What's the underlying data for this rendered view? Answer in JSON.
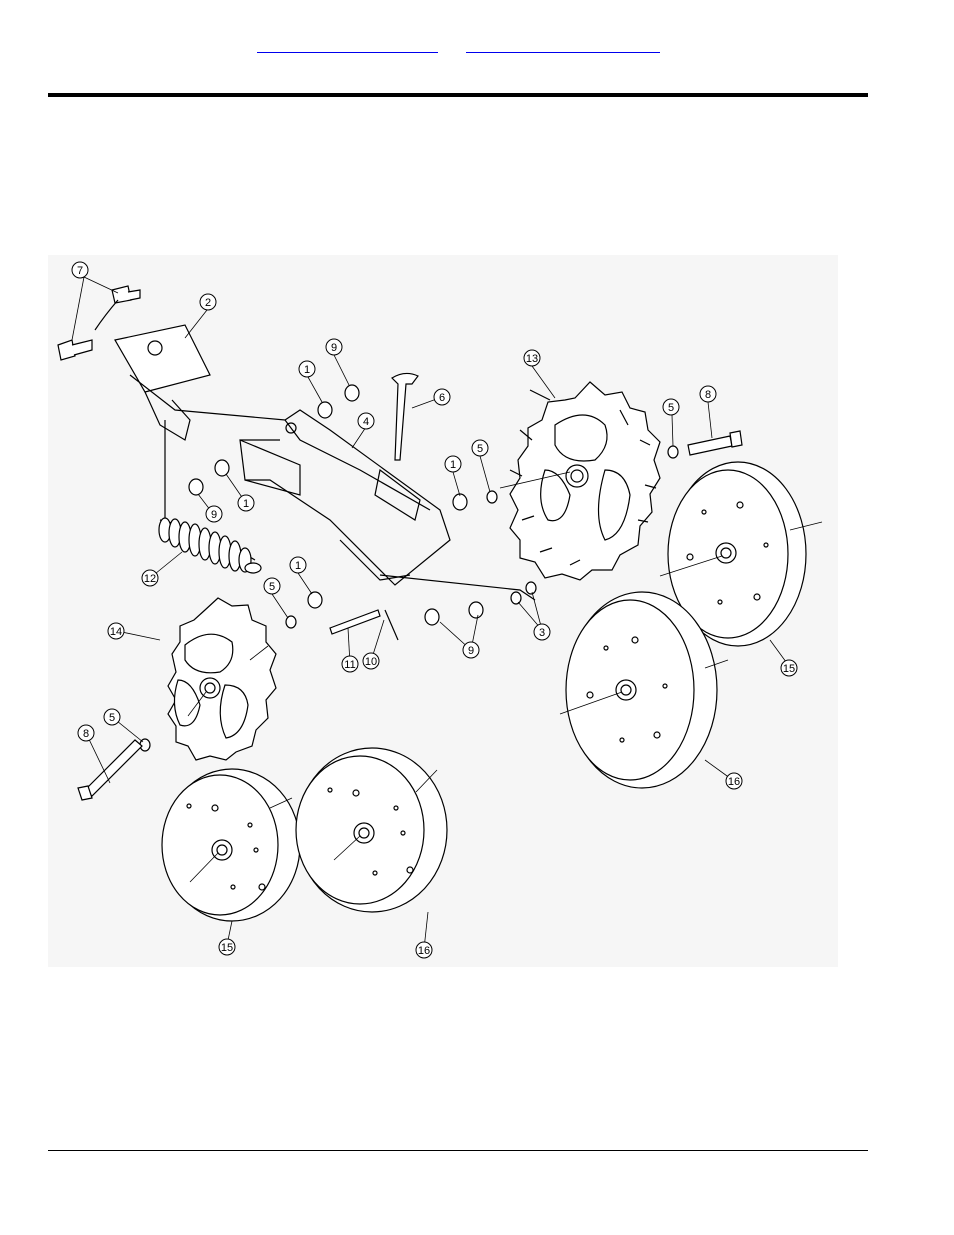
{
  "header": {
    "link_1": "",
    "link_2": ""
  },
  "diagram": {
    "callouts": [
      {
        "id": "c7",
        "label": "7"
      },
      {
        "id": "c2",
        "label": "2"
      },
      {
        "id": "c9a",
        "label": "9"
      },
      {
        "id": "c1a",
        "label": "1"
      },
      {
        "id": "c6",
        "label": "6"
      },
      {
        "id": "c4",
        "label": "4"
      },
      {
        "id": "c13",
        "label": "13"
      },
      {
        "id": "c5a",
        "label": "5"
      },
      {
        "id": "c8a",
        "label": "8"
      },
      {
        "id": "c1b",
        "label": "1"
      },
      {
        "id": "c5b",
        "label": "5"
      },
      {
        "id": "c9b",
        "label": "9"
      },
      {
        "id": "c1c",
        "label": "1"
      },
      {
        "id": "c12",
        "label": "12"
      },
      {
        "id": "c1d",
        "label": "1"
      },
      {
        "id": "c5c",
        "label": "5"
      },
      {
        "id": "c14",
        "label": "14"
      },
      {
        "id": "c11",
        "label": "11"
      },
      {
        "id": "c10",
        "label": "10"
      },
      {
        "id": "c9c",
        "label": "9"
      },
      {
        "id": "c3",
        "label": "3"
      },
      {
        "id": "c15a",
        "label": "15"
      },
      {
        "id": "c16a",
        "label": "16"
      },
      {
        "id": "c8b",
        "label": "8"
      },
      {
        "id": "c5d",
        "label": "5"
      },
      {
        "id": "c15b",
        "label": "15"
      },
      {
        "id": "c16b",
        "label": "16"
      }
    ]
  }
}
